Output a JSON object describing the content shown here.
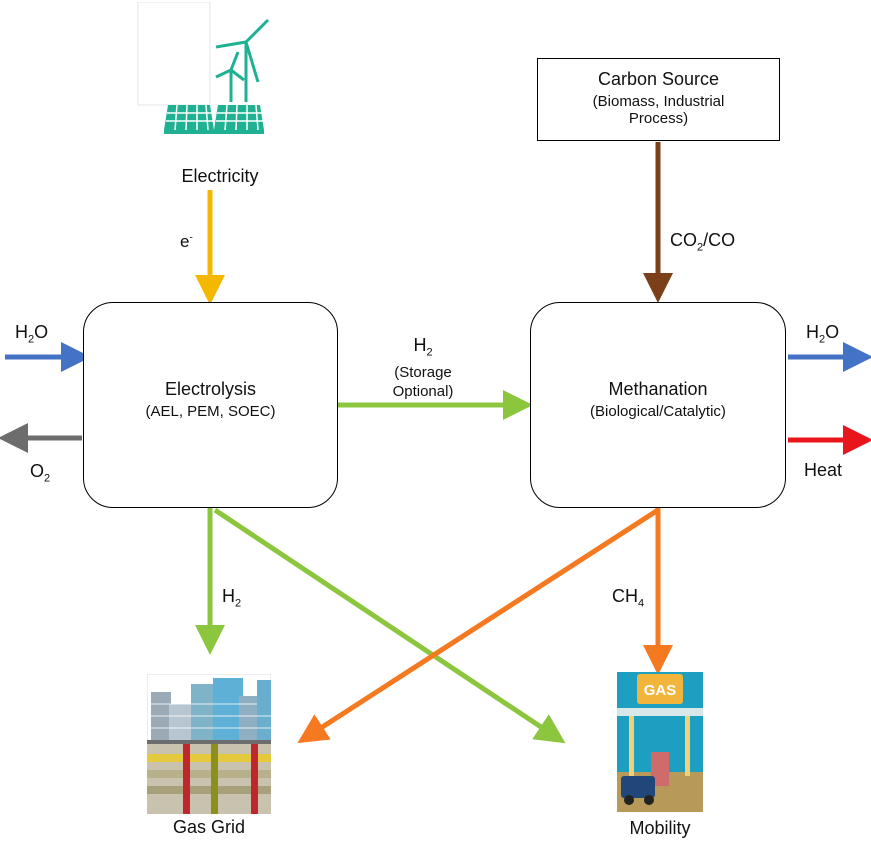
{
  "electricity": {
    "label": "Electricity",
    "e_symbol": "e",
    "e_superscript": "-"
  },
  "carbon_source": {
    "title": "Carbon Source",
    "subtitle_line1": "(Biomass, Industrial",
    "subtitle_line2": "Process)"
  },
  "co2_label": {
    "main": "CO",
    "sub": "2",
    "rest": "/CO"
  },
  "electrolysis": {
    "title": "Electrolysis",
    "subtitle": "(AEL, PEM, SOEC)"
  },
  "methanation": {
    "title": "Methanation",
    "subtitle": "(Biological/Catalytic)"
  },
  "h2_mid": {
    "main": "H",
    "sub": "2",
    "line2": "(Storage",
    "line3": "Optional)"
  },
  "h2o_in": {
    "main": "H",
    "sub": "2",
    "rest": "O"
  },
  "o2_out": {
    "main": "O",
    "sub": "2"
  },
  "h2o_out": {
    "main": "H",
    "sub": "2",
    "rest": "O"
  },
  "heat_out": {
    "label": "Heat"
  },
  "h2_down": {
    "main": "H",
    "sub": "2"
  },
  "ch4_down": {
    "main": "CH",
    "sub": "4"
  },
  "gas_grid": {
    "label": "Gas Grid"
  },
  "mobility": {
    "label": "Mobility",
    "sign_text": "GAS"
  },
  "colors": {
    "electricity": "#f5b800",
    "carbon": "#7b3f1a",
    "hydrogen": "#8cc63f",
    "methane": "#f47920",
    "water": "#4472c4",
    "oxygen": "#6d6d6d",
    "heat": "#e8151b"
  }
}
